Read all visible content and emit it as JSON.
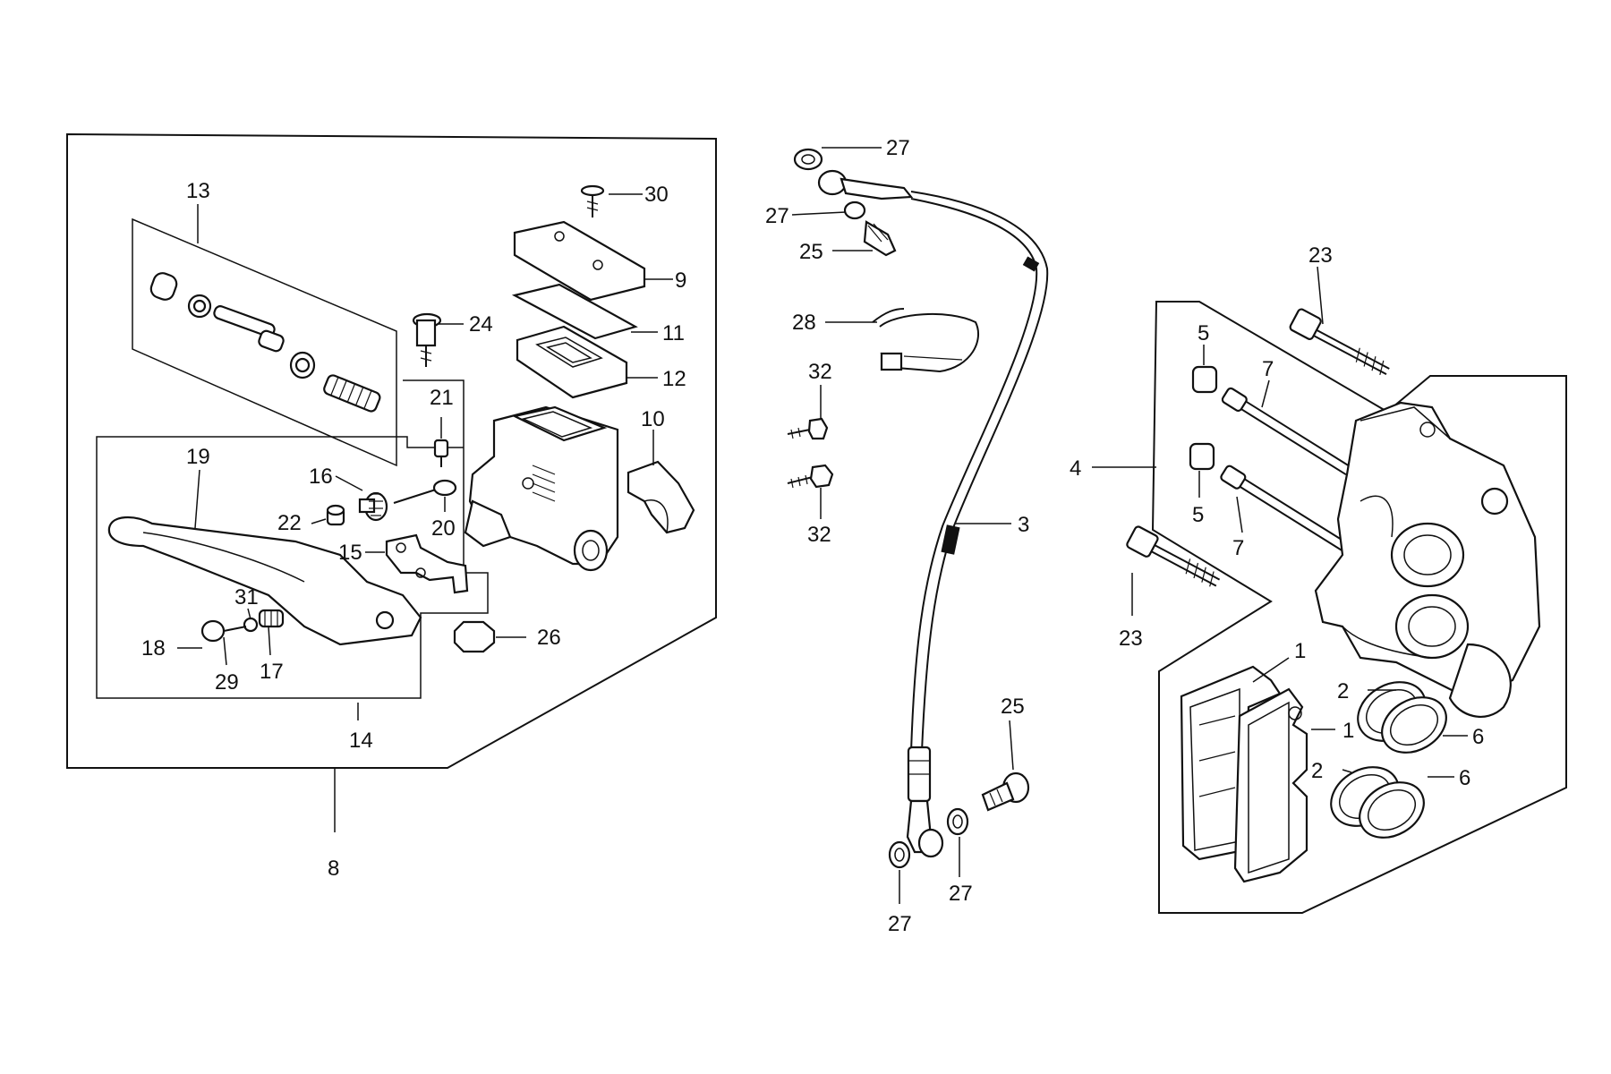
{
  "labels": {
    "l1a": "1",
    "l1b": "1",
    "l2a": "2",
    "l2b": "2",
    "l3": "3",
    "l4": "4",
    "l5a": "5",
    "l5b": "5",
    "l6a": "6",
    "l6b": "6",
    "l7a": "7",
    "l7b": "7",
    "l8": "8",
    "l9": "9",
    "l10": "10",
    "l11": "11",
    "l12": "12",
    "l13": "13",
    "l14": "14",
    "l15": "15",
    "l16": "16",
    "l17": "17",
    "l18": "18",
    "l19": "19",
    "l20": "20",
    "l21": "21",
    "l22": "22",
    "l23a": "23",
    "l23b": "23",
    "l24": "24",
    "l25a": "25",
    "l25b": "25",
    "l26": "26",
    "l27a": "27",
    "l27b": "27",
    "l27c": "27",
    "l27d": "27",
    "l28": "28",
    "l29": "29",
    "l30": "30",
    "l31": "31",
    "l32a": "32",
    "l32b": "32"
  }
}
